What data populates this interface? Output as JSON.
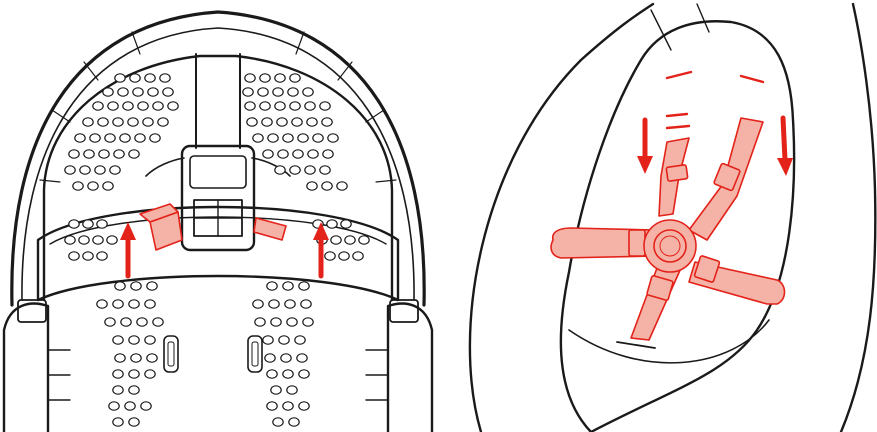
{
  "figure": {
    "panels": [
      {
        "id": "seat-shell-overview"
      },
      {
        "id": "harness-closeup"
      }
    ],
    "colors": {
      "outline": "#1a1a1a",
      "highlight": "#e32219",
      "strap_fill": "#f5b3a8",
      "background": "#ffffff"
    },
    "arrows": {
      "left_panel": [
        "up",
        "up"
      ],
      "right_panel": [
        "down",
        "down"
      ]
    }
  }
}
